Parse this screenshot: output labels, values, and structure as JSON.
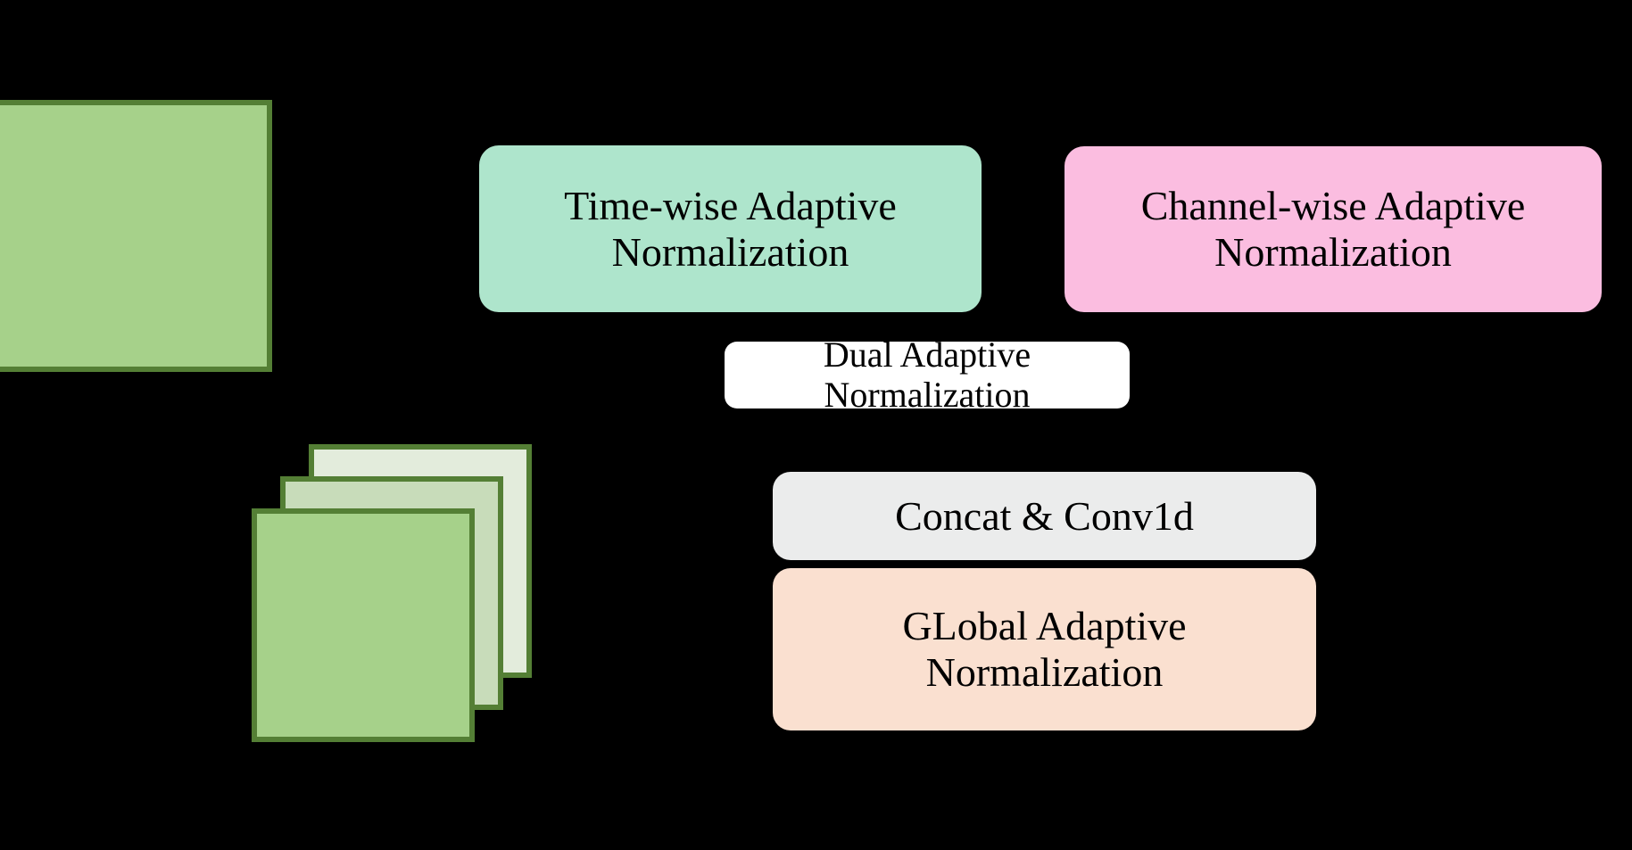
{
  "figure": {
    "background_color": "#000000",
    "title": "",
    "blocks": [
      {
        "id": "time-wise",
        "label": "Time-wise Adaptive\nNormalization",
        "color": "#aee5cc"
      },
      {
        "id": "channel-wise",
        "label": "Channel-wise Adaptive\nNormalization",
        "color": "#fbbde0"
      },
      {
        "id": "dual",
        "label": "Dual Adaptive Normalization",
        "color": "#ffffff"
      },
      {
        "id": "concat",
        "label": "Concat & Conv1d",
        "color": "#ebecec"
      },
      {
        "id": "global",
        "label": "GLobal Adaptive\nNormalization",
        "color": "#fae0d0"
      }
    ],
    "tensors": [
      {
        "id": "single-tensor",
        "label": "",
        "fill": "#a6d18a",
        "border": "#547f35",
        "layers": 1
      },
      {
        "id": "stacked-tensor",
        "label": "",
        "layers": 3,
        "layer_fills": [
          "#e3ecdc",
          "#c8dcba",
          "#a6d18a"
        ],
        "border": "#547f35"
      }
    ]
  }
}
